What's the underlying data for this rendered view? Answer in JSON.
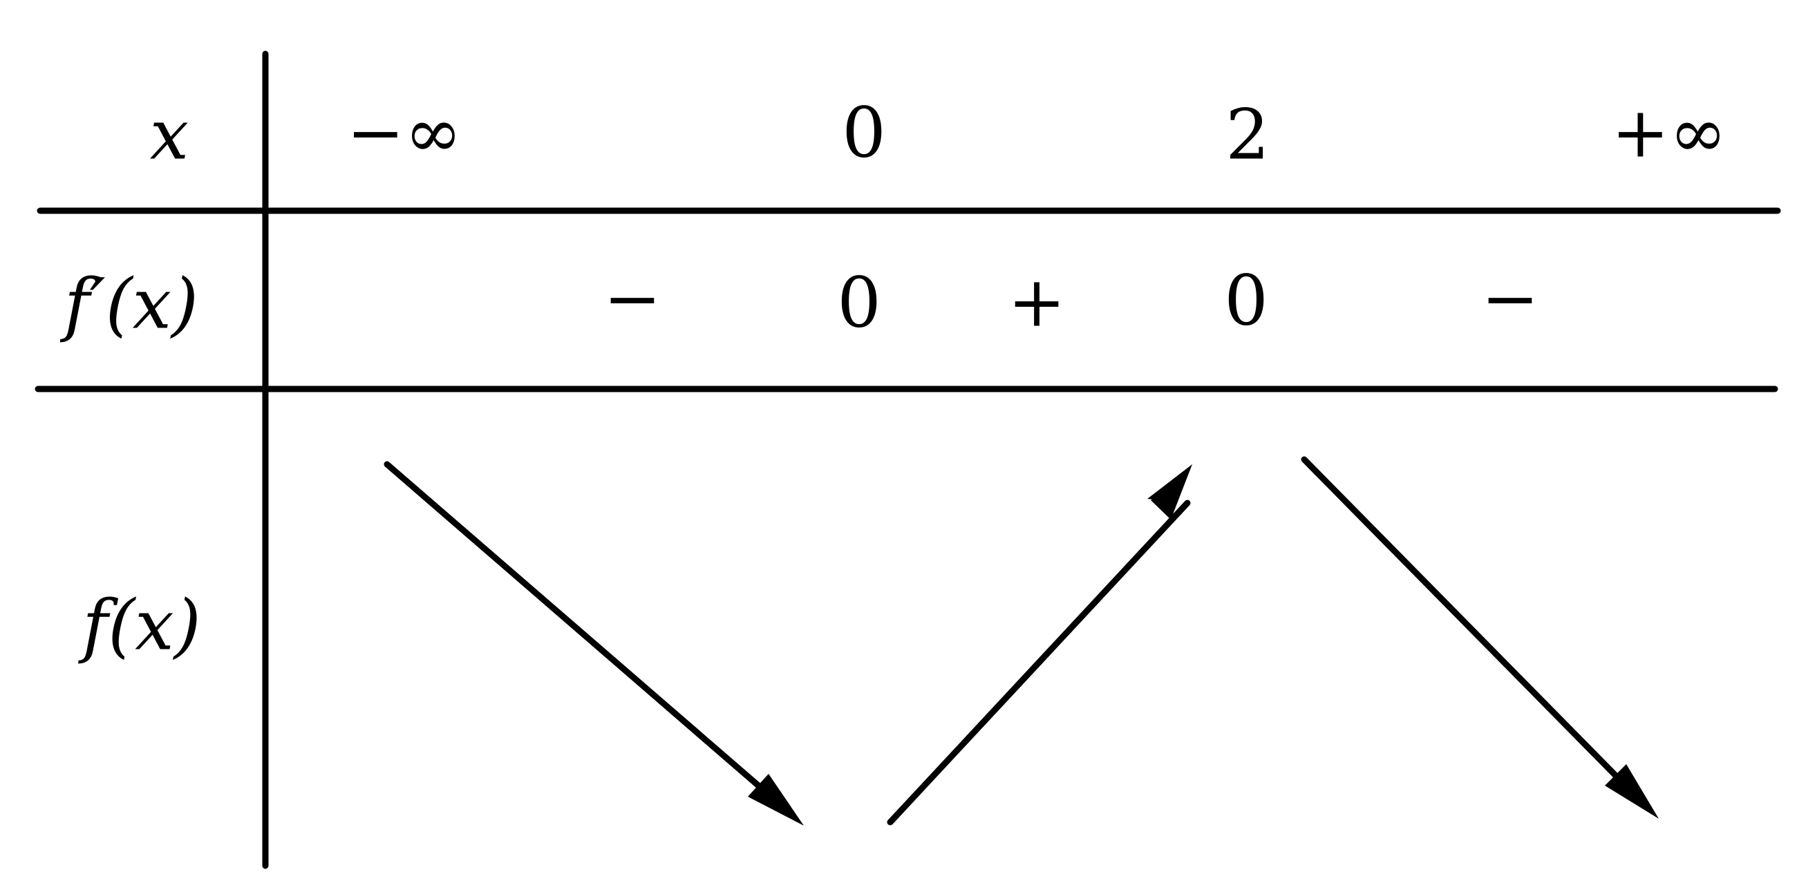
{
  "table": {
    "row_labels": {
      "x": "x",
      "derivative": "f′(x)",
      "function": "f(x)"
    },
    "x_values": [
      "−∞",
      "0",
      "2",
      "+∞"
    ],
    "derivative_signs": [
      "−",
      "0",
      "+",
      "0",
      "−"
    ],
    "variations": [
      "decreasing",
      "increasing",
      "decreasing"
    ],
    "line_color": "#000000"
  }
}
